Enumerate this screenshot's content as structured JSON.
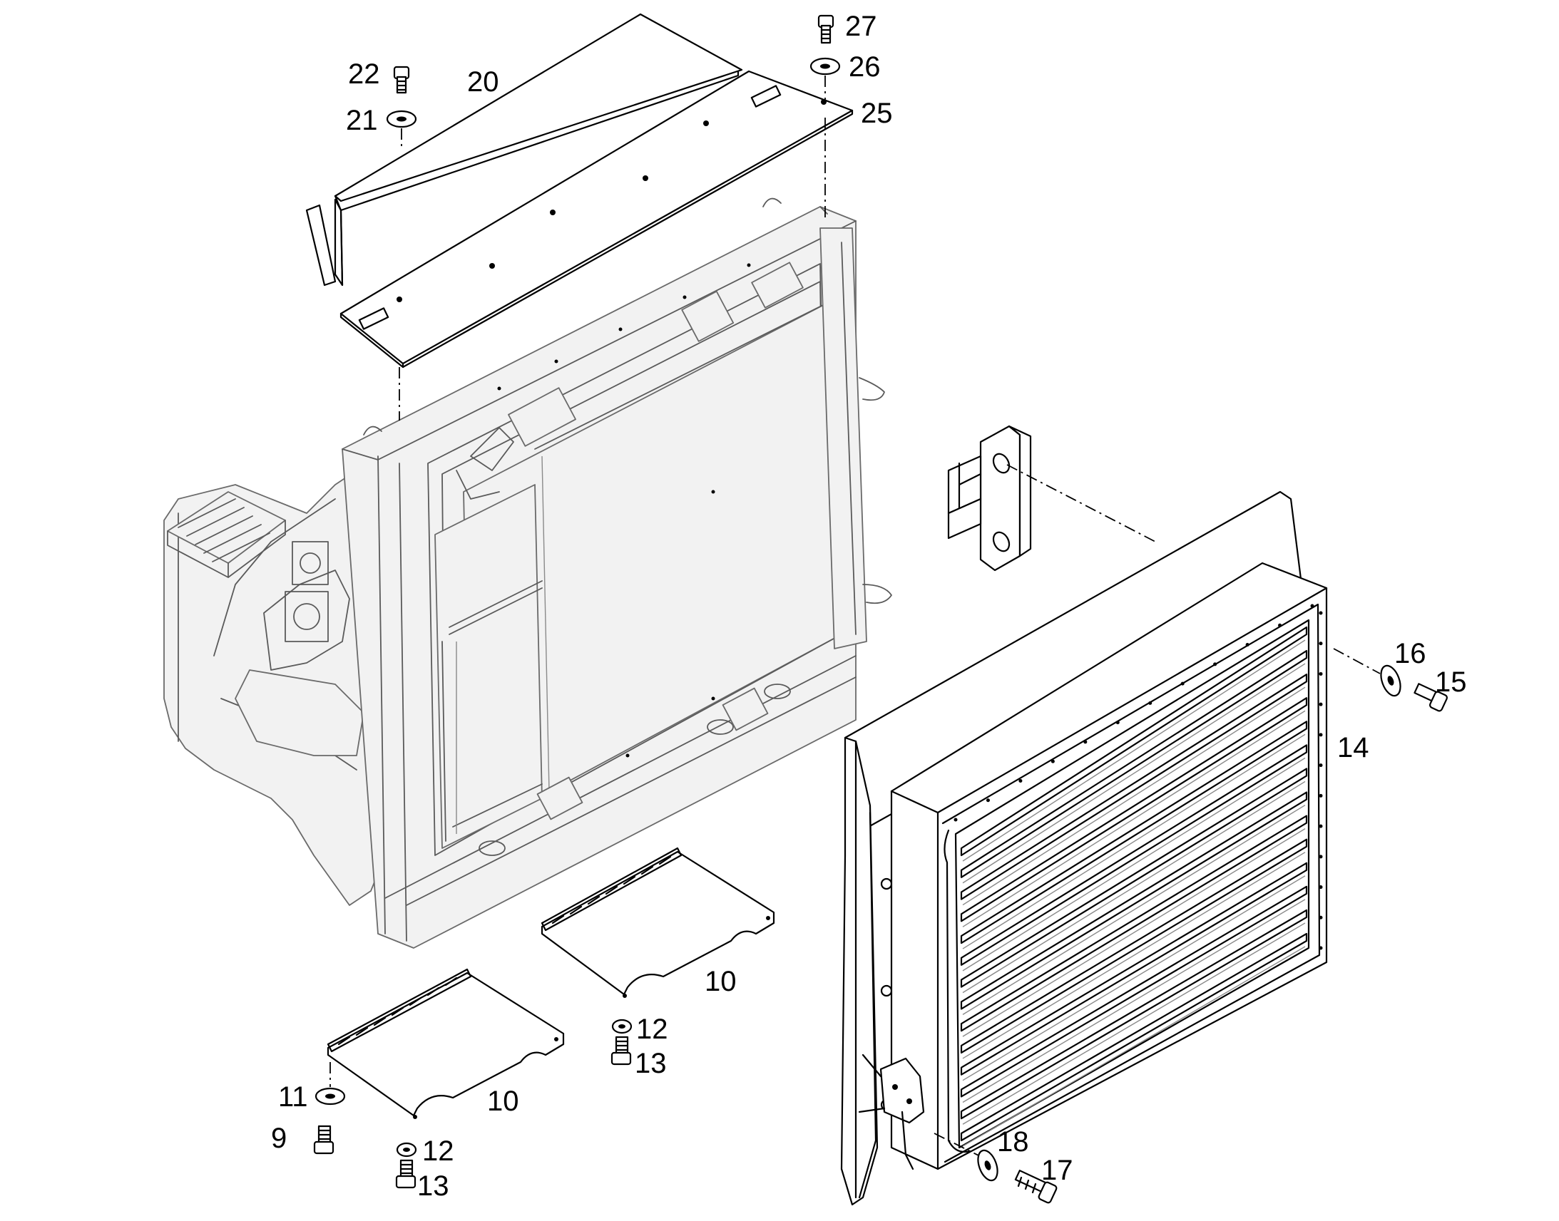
{
  "callouts": [
    {
      "id": "c27",
      "text": "27"
    },
    {
      "id": "c26",
      "text": "26"
    },
    {
      "id": "c25",
      "text": "25"
    },
    {
      "id": "c22",
      "text": "22"
    },
    {
      "id": "c21",
      "text": "21"
    },
    {
      "id": "c20",
      "text": "20"
    },
    {
      "id": "c16",
      "text": "16"
    },
    {
      "id": "c15",
      "text": "15"
    },
    {
      "id": "c14",
      "text": "14"
    },
    {
      "id": "c10a",
      "text": "10"
    },
    {
      "id": "c12a",
      "text": "12"
    },
    {
      "id": "c13a",
      "text": "13"
    },
    {
      "id": "c11",
      "text": "11"
    },
    {
      "id": "c10b",
      "text": "10"
    },
    {
      "id": "c9",
      "text": "9"
    },
    {
      "id": "c12b",
      "text": "12"
    },
    {
      "id": "c13b",
      "text": "13"
    },
    {
      "id": "c18",
      "text": "18"
    },
    {
      "id": "c17",
      "text": "17"
    }
  ]
}
